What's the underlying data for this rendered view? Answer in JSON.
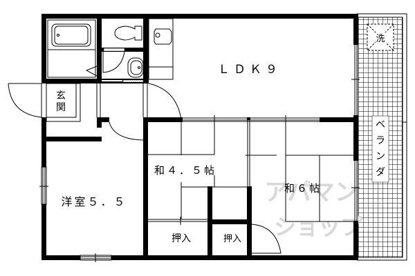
{
  "floorplan": {
    "rooms": {
      "ldk": {
        "label": "ＬＤＫ９"
      },
      "western": {
        "label": "洋室５．５"
      },
      "washitsu_small": {
        "label": "和４．５帖"
      },
      "washitsu_large": {
        "label": "和６帖"
      },
      "closet_1": {
        "label": "押入"
      },
      "closet_2": {
        "label": "押入"
      },
      "entrance": {
        "label_top": "玄",
        "label_bottom": "関"
      },
      "balcony": {
        "label": "ベランダ"
      },
      "washer": {
        "label": "洗"
      }
    },
    "watermark": {
      "line1": "アパマン",
      "line2": "ショップ"
    },
    "colors": {
      "wall": "#000000",
      "watermark": "#d8d8d8",
      "background": "#ffffff"
    }
  }
}
